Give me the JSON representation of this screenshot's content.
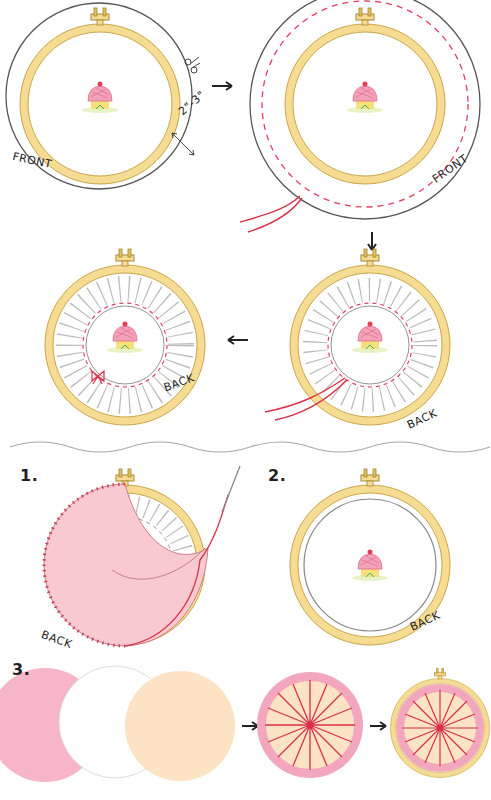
{
  "diagram": {
    "labels": [
      "FRONT",
      "2\"-3\"",
      "FRONT",
      "BACK",
      "BACK",
      "1.",
      "2.",
      "BACK",
      "BACK",
      "3."
    ]
  }
}
